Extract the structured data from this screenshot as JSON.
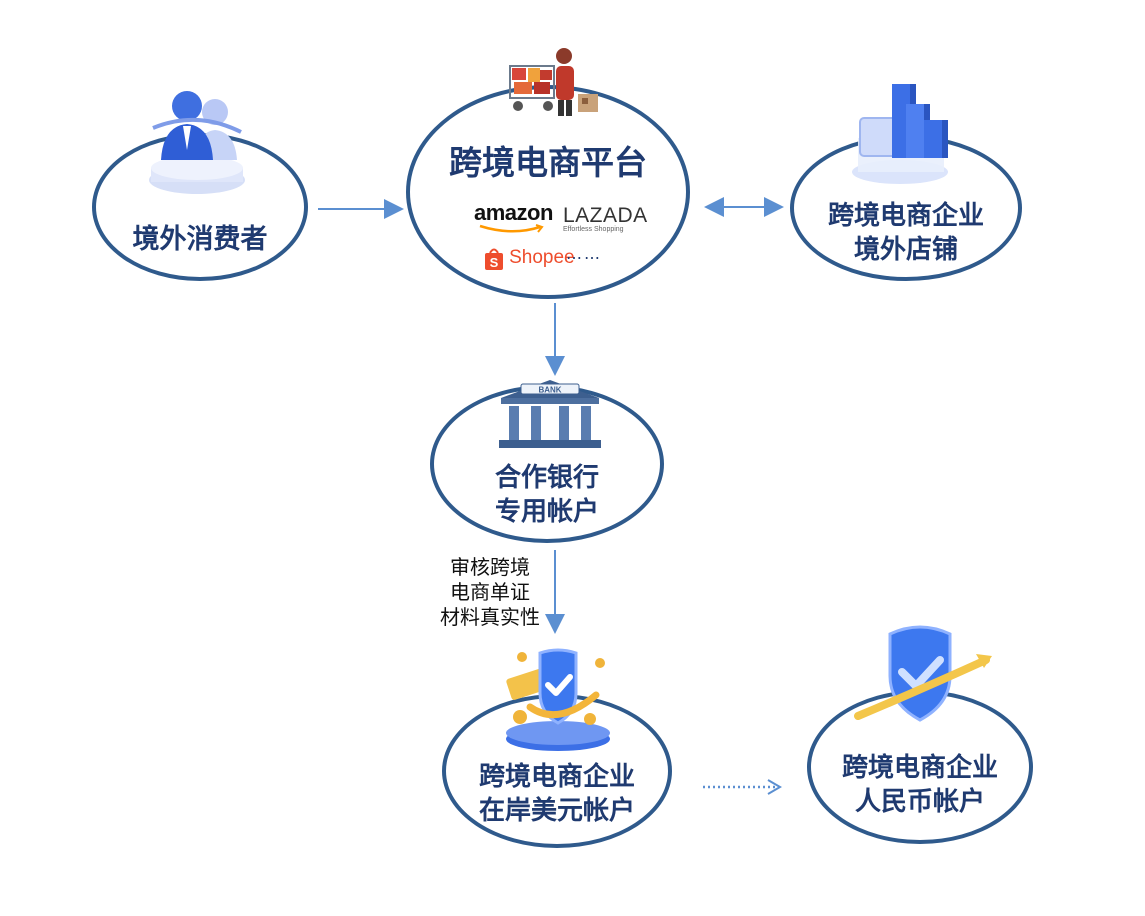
{
  "nodes": {
    "consumer": {
      "lines": [
        "境外消费者"
      ]
    },
    "platform": {
      "lines": [
        "跨境电商平台"
      ]
    },
    "store": {
      "lines": [
        "跨境电商企业",
        "境外店铺"
      ]
    },
    "bank": {
      "lines": [
        "合作银行",
        "专用帐户"
      ]
    },
    "usd": {
      "lines": [
        "跨境电商企业",
        "在岸美元帐户"
      ]
    },
    "rmb": {
      "lines": [
        "跨境电商企业",
        "人民币帐户"
      ]
    }
  },
  "platform_logos": {
    "amazon": "amazon",
    "lazada": "LAZADA",
    "lazada_tagline": "Effortless Shopping",
    "shopee": "Shopee",
    "ellipsis": "……"
  },
  "bank_sign": "BANK",
  "review_note": {
    "lines": [
      "审核跨境",
      "电商单证",
      "材料真实性"
    ]
  },
  "icons": {
    "consumer": "users-icon",
    "platform": "shopping-cart-icon",
    "store": "bar-chart-icon",
    "bank": "bank-icon",
    "usd": "shield-coins-icon",
    "rmb": "shield-check-icon"
  },
  "colors": {
    "node_border": "#2f5a8c",
    "label_text": "#1f3a70",
    "arrow": "#5b8fd1",
    "amazon_orange": "#ff9900",
    "shopee_orange": "#ee4d2d"
  }
}
